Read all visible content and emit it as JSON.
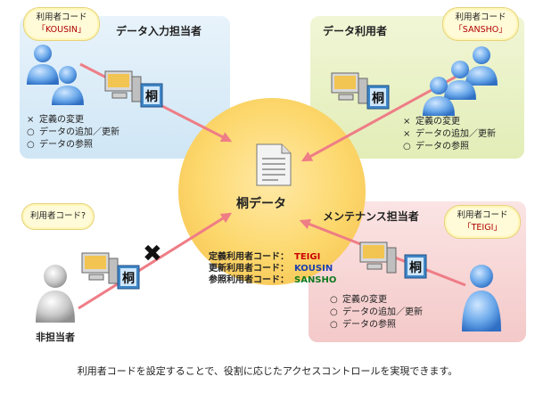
{
  "colors": {
    "panel_data_entry": "#d3e8f6",
    "panel_data_user": "#e4eeb9",
    "panel_maintenance": "#f6cccc",
    "center_circle": "#fcd76b",
    "arrow": "#ee7d86",
    "code_teigi": "#cc0000",
    "code_kousin": "#1c3fae",
    "code_sansho": "#117a1e"
  },
  "center": {
    "title": "桐データ",
    "document_icon": "document-icon"
  },
  "panels": {
    "data_entry": {
      "title": "データ入力担当者",
      "bubble_label": "利用者コード",
      "bubble_code": "「KOUSIN」",
      "permissions": [
        {
          "mark": "×",
          "text": "定義の変更"
        },
        {
          "mark": "○",
          "text": "データの追加／更新"
        },
        {
          "mark": "○",
          "text": "データの参照"
        }
      ]
    },
    "data_user": {
      "title": "データ利用者",
      "bubble_label": "利用者コード",
      "bubble_code": "「SANSHO」",
      "permissions": [
        {
          "mark": "×",
          "text": "定義の変更"
        },
        {
          "mark": "×",
          "text": "データの追加／更新"
        },
        {
          "mark": "○",
          "text": "データの参照"
        }
      ]
    },
    "maintenance": {
      "title": "メンテナンス担当者",
      "bubble_label": "利用者コード",
      "bubble_code": "「TEIGI」",
      "permissions": [
        {
          "mark": "○",
          "text": "定義の変更"
        },
        {
          "mark": "○",
          "text": "データの追加／更新"
        },
        {
          "mark": "○",
          "text": "データの参照"
        }
      ]
    }
  },
  "non_member": {
    "title": "非担当者",
    "bubble_label": "利用者コード?",
    "blocked_mark": "✖"
  },
  "codes": [
    {
      "label": "定義利用者コード：",
      "value": "TEIGI"
    },
    {
      "label": "更新利用者コード：",
      "value": "KOUSIN"
    },
    {
      "label": "参照利用者コード：",
      "value": "SANSHO"
    }
  ],
  "app_icon_glyph": "桐",
  "caption": "利用者コードを設定することで、役割に応じたアクセスコントロールを実現できます。"
}
